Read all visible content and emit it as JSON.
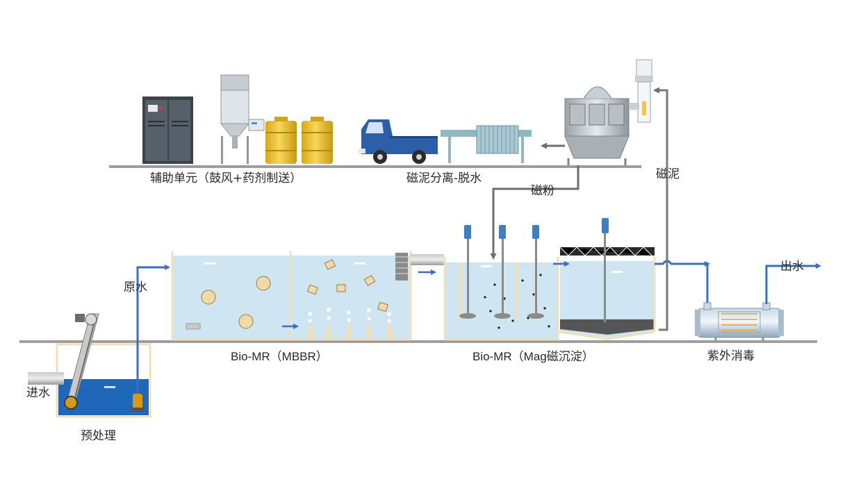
{
  "labels": {
    "aux_unit": "辅助单元（鼓风+药剂制送）",
    "sludge_sep": "磁泥分离-脱水",
    "mag_powder": "磁粉",
    "mag_sludge": "磁泥",
    "raw_water": "原水",
    "inlet": "进水",
    "pretreat": "预处理",
    "mbbr": "Bio-MR（MBBR）",
    "mag_settle": "Bio-MR（Mag磁沉淀）",
    "uv": "紫外消毒",
    "outlet": "出水"
  },
  "colors": {
    "flow_arrow": "#3a6fc0",
    "gray_arrow": "#7a7a7a",
    "water": "#cfe6f2",
    "pre_water": "#1f67b8",
    "tank_wall": "#f1dfb8",
    "pipe": "#9a9a9a",
    "truck": "#2d5fa8",
    "drum": "#e8b820"
  }
}
